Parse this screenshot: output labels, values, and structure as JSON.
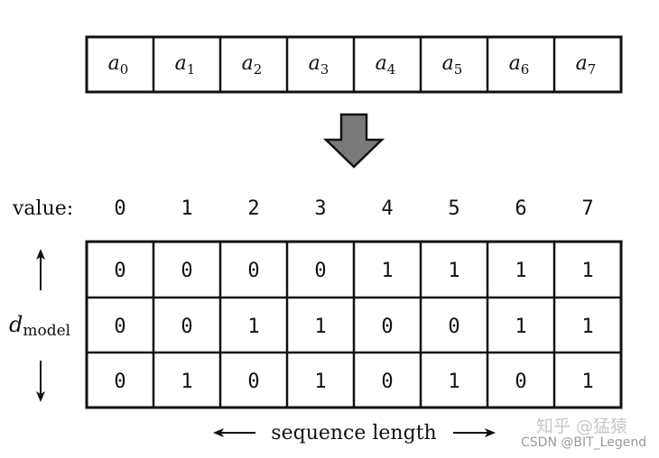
{
  "sequence": {
    "symbol": "a",
    "subscripts": [
      "0",
      "1",
      "2",
      "3",
      "4",
      "5",
      "6",
      "7"
    ]
  },
  "value_row": {
    "label": "value:",
    "values": [
      "0",
      "1",
      "2",
      "3",
      "4",
      "5",
      "6",
      "7"
    ]
  },
  "encoding_grid": [
    [
      "0",
      "0",
      "0",
      "0",
      "1",
      "1",
      "1",
      "1"
    ],
    [
      "0",
      "0",
      "1",
      "1",
      "0",
      "0",
      "1",
      "1"
    ],
    [
      "0",
      "1",
      "0",
      "1",
      "0",
      "1",
      "0",
      "1"
    ]
  ],
  "d_model_label": {
    "main": "d",
    "subscript": "model"
  },
  "sequence_length_label": "sequence length",
  "watermark": {
    "line1": "知乎 @猛猿",
    "line2": "CSDN @BIT_Legend"
  },
  "colors": {
    "line": "#111111",
    "arrow_fill": "#7a7a7a",
    "watermark": "#9a9a9a"
  }
}
